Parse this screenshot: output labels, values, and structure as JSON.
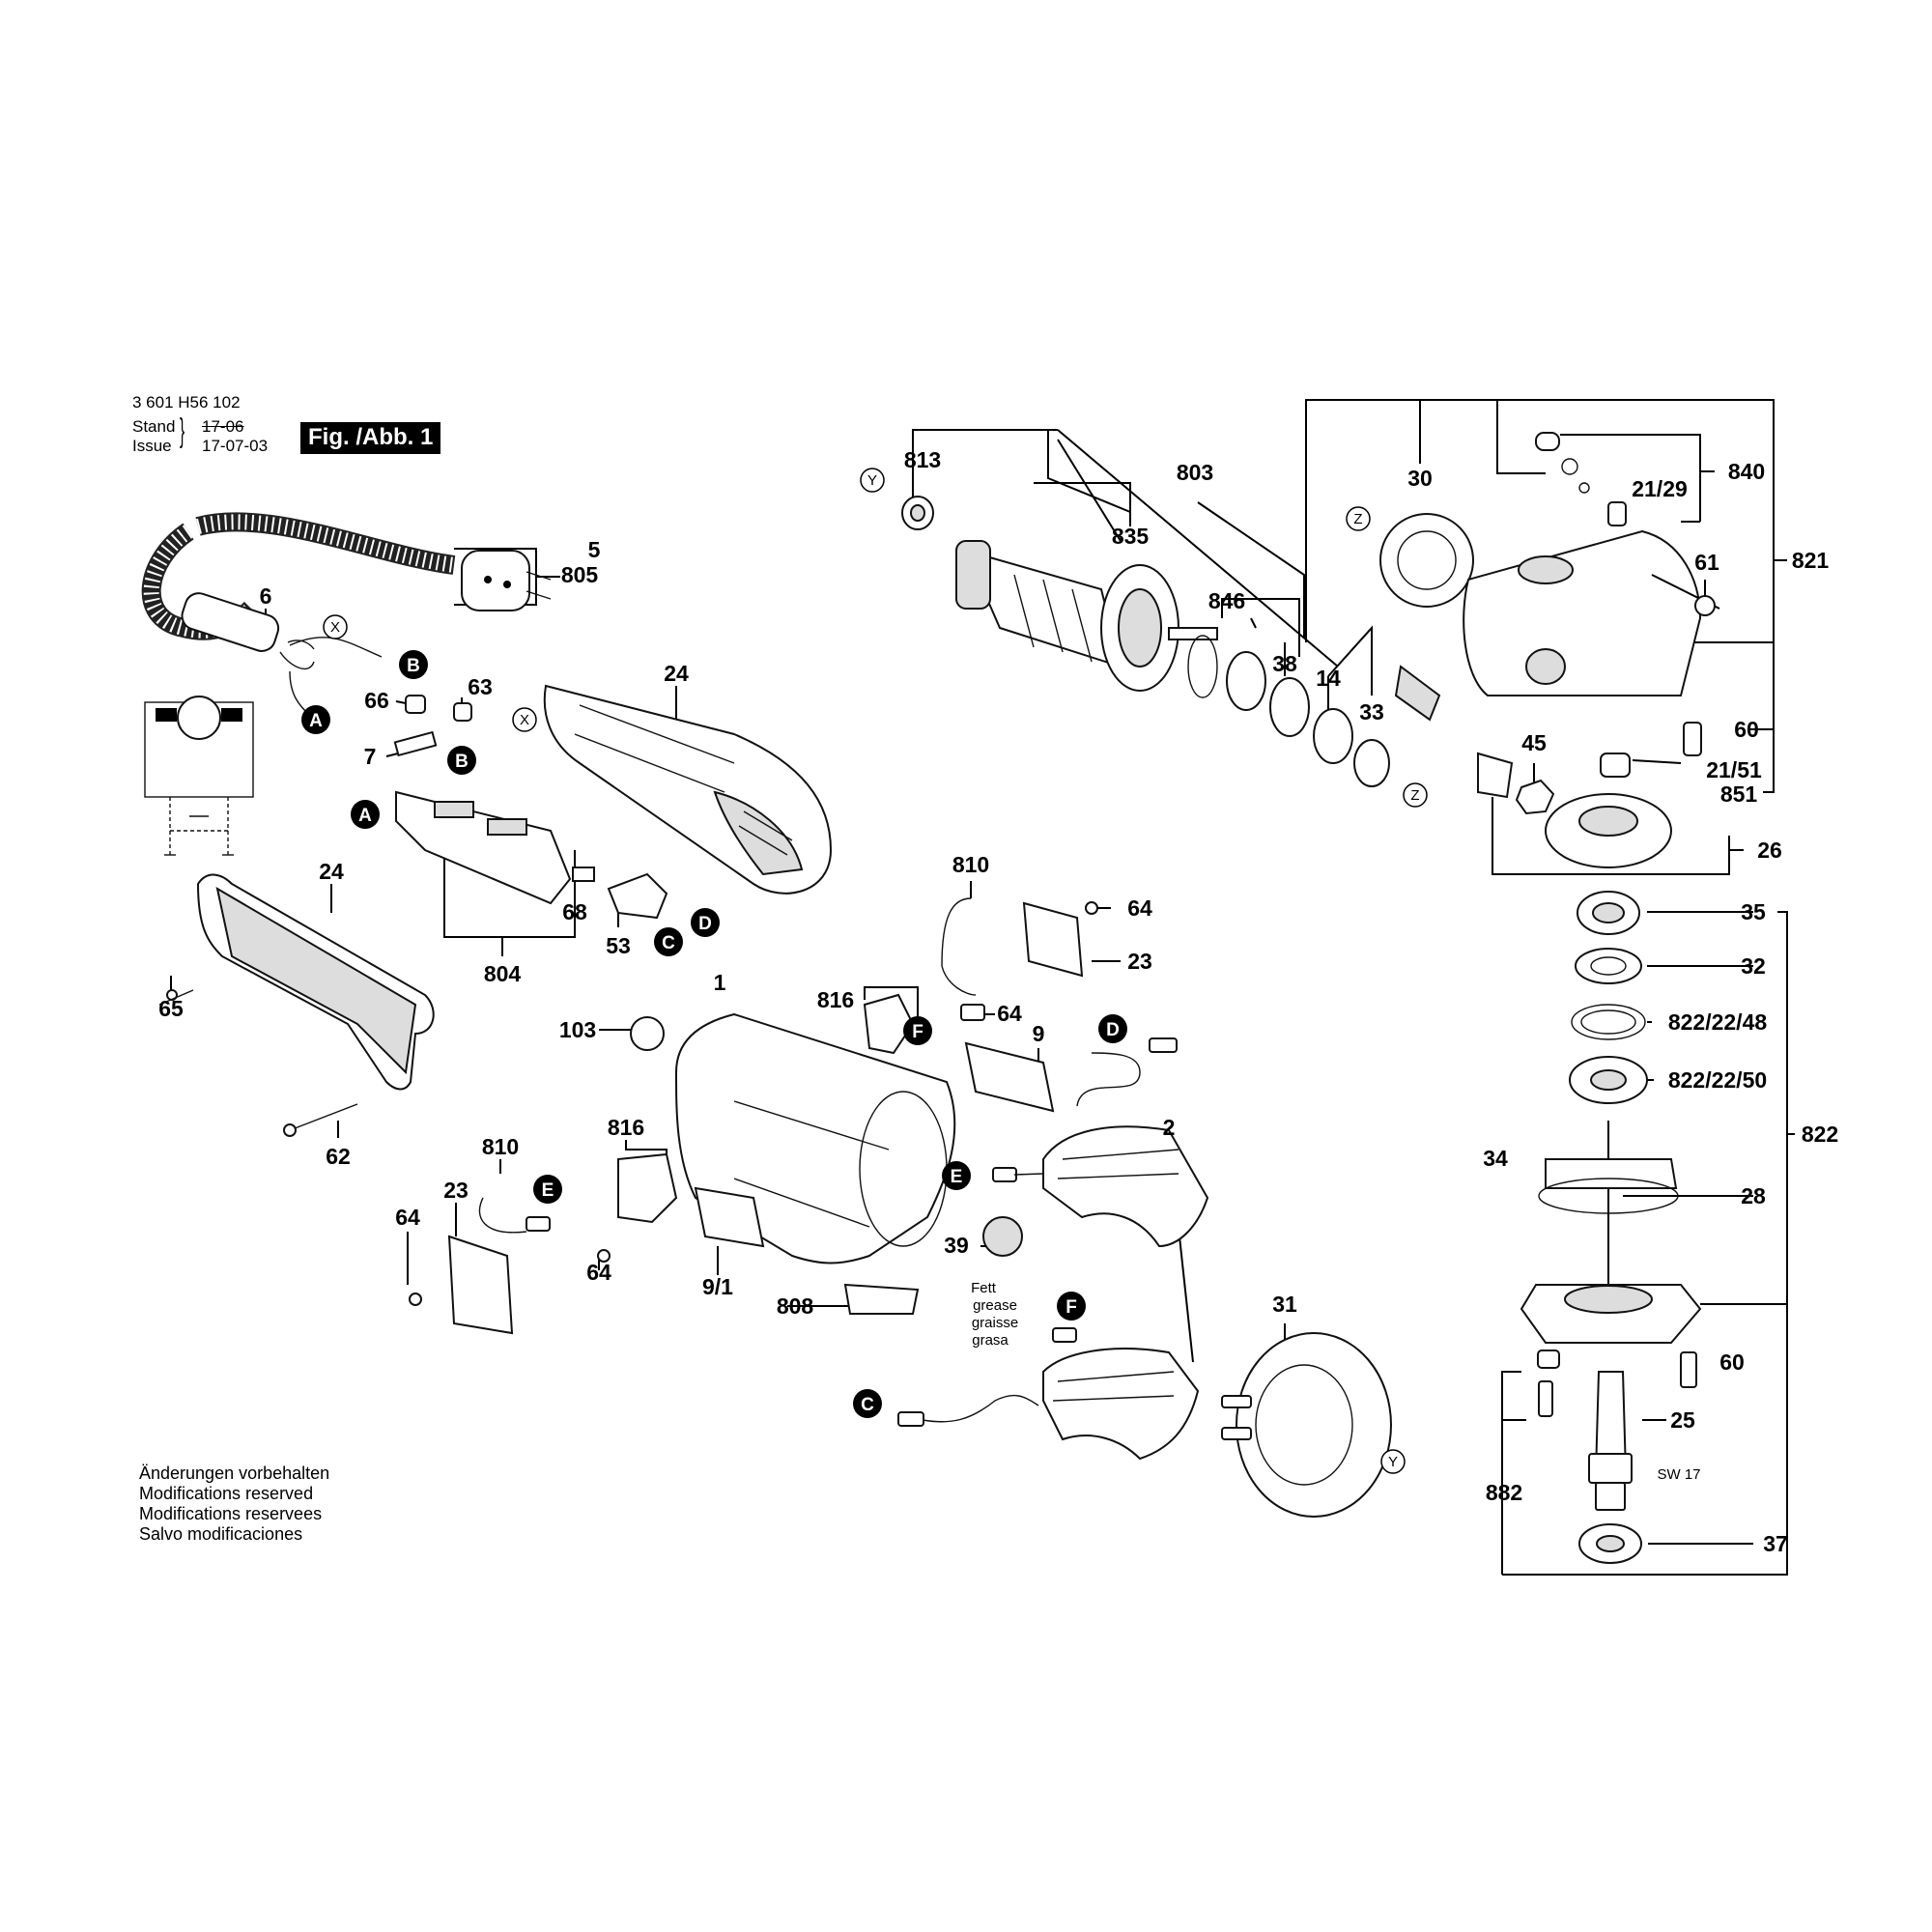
{
  "header": {
    "part_number": "3 601 H56 102",
    "stand_label": "Stand",
    "stand_value": "17-06",
    "issue_label": "Issue",
    "issue_value": "17-07-03",
    "figure_label": "Fig. /Abb. 1"
  },
  "notes": [
    "Änderungen vorbehalten",
    "Modifications reserved",
    "Modifications reservees",
    "Salvo modificaciones"
  ],
  "grease_labels": [
    "Fett",
    "grease",
    "graisse",
    "grasa"
  ],
  "sw_label": "SW 17",
  "connector_badges": [
    "A",
    "B",
    "C",
    "D",
    "E",
    "F"
  ],
  "orientation_markers": [
    "X",
    "Y",
    "Z"
  ],
  "part_labels": {
    "p5": "5",
    "p805": "805",
    "p6": "6",
    "p24a": "24",
    "p24b": "24",
    "p66": "66",
    "p63": "63",
    "p7": "7",
    "p65": "65",
    "p62": "62",
    "p804": "804",
    "p68": "68",
    "p53": "53",
    "p813": "813",
    "p835": "835",
    "p803": "803",
    "p846": "846",
    "p38": "38",
    "p14": "14",
    "p33": "33",
    "p30": "30",
    "p840": "840",
    "p21_29": "21/29",
    "p61": "61",
    "p821": "821",
    "p60a": "60",
    "p21_51": "21/51",
    "p851": "851",
    "p45": "45",
    "p26": "26",
    "p810a": "810",
    "p64a": "64",
    "p23a": "23",
    "p816a": "816",
    "p64b": "64",
    "p9": "9",
    "p1": "1",
    "p103": "103",
    "p816b": "816",
    "p810b": "810",
    "p23b": "23",
    "p64c": "64",
    "p64d": "64",
    "p9_1": "9/1",
    "p808": "808",
    "p39": "39",
    "p2": "2",
    "p31": "31",
    "p35": "35",
    "p32": "32",
    "p822_22_48": "822/22/48",
    "p822_22_50": "822/22/50",
    "p34": "34",
    "p28": "28",
    "p822": "822",
    "p60b": "60",
    "p25": "25",
    "p882": "882",
    "p37": "37"
  }
}
